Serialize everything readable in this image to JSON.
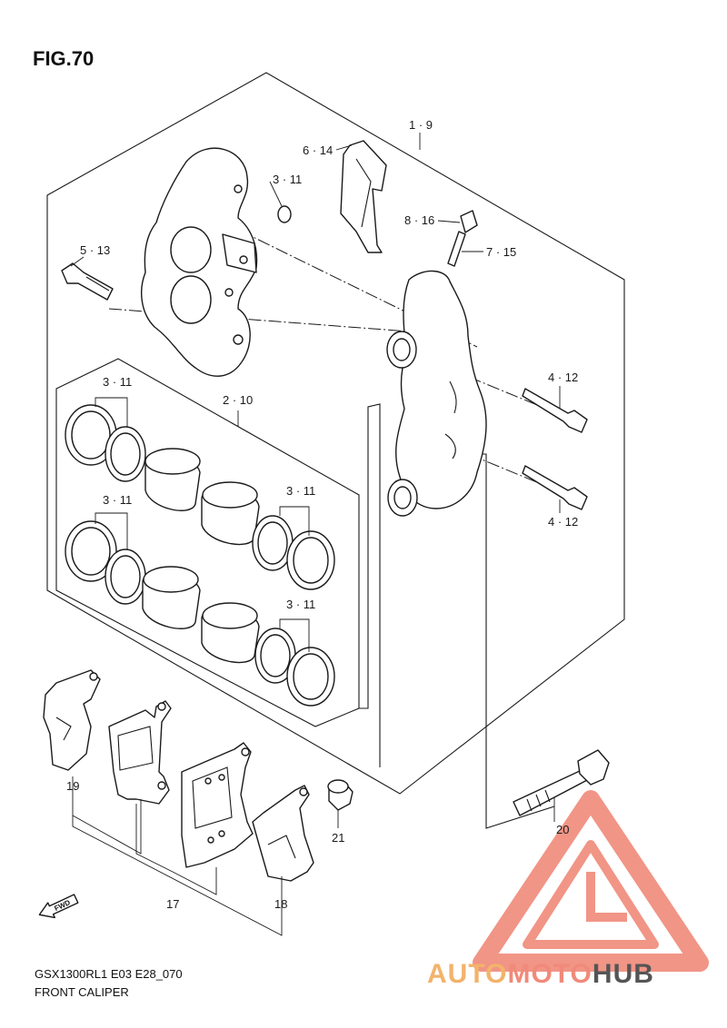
{
  "figure": {
    "title": "FIG.70",
    "model_code": "GSX1300RL1 E03 E28_070",
    "caption": "FRONT CALIPER"
  },
  "callouts": {
    "assembly": "1 · 9",
    "spring": "6 · 14",
    "bleeder_cap": "8 · 16",
    "bleeder_valve": "7 · 15",
    "caliper_bolt": "5 · 13",
    "seal_upper": "3 · 11",
    "pad_pin_upper": "4 · 12",
    "pad_pin_lower": "4 · 12",
    "piston": "2 · 10",
    "seal_kit_left_upper": "3 · 11",
    "seal_kit_left_lower": "3 · 11",
    "seal_kit_right_upper": "3 · 11",
    "seal_kit_right_lower": "3 · 11",
    "shim_left": "19",
    "pad_set": "17",
    "shim_right": "18",
    "bushing": "21",
    "mount_bolt": "20"
  },
  "fwd_arrow": "FWD",
  "watermark": {
    "part1": "AUTO",
    "part2": "MOTO",
    "part3": "HUB",
    "color_primary": "#f08a7a",
    "color_secondary": "#f2b36b",
    "color_dark": "#555555"
  }
}
